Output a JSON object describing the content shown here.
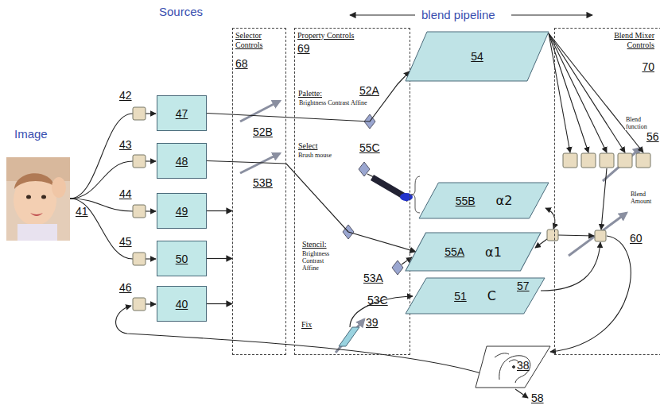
{
  "diagram": {
    "nodes": [
      {
        "text": [
          "Selector Controls",
          "68"
        ]
      },
      {
        "text": [
          "Property Controls",
          "69"
        ]
      },
      {
        "text": [
          "Blend Mixer Controls",
          "70"
        ]
      },
      {
        "text": [
          "47"
        ]
      },
      {
        "text": [
          "48"
        ]
      },
      {
        "text": [
          "49"
        ]
      },
      {
        "text": [
          "50"
        ]
      },
      {
        "text": [
          "40"
        ]
      },
      {
        "text": [
          "54"
        ]
      },
      {
        "text": [
          "55B",
          "α2"
        ]
      },
      {
        "text": [
          "55A",
          "α1"
        ]
      },
      {
        "text": [
          "51",
          "C"
        ]
      }
    ],
    "edges": [
      {
        "from": 3,
        "to": 8,
        "arrow": "to"
      },
      {
        "from": 4,
        "to": 10,
        "arrow": "to"
      },
      {
        "from": 5,
        "to": 0,
        "arrow": "to"
      },
      {
        "from": 6,
        "to": 0,
        "arrow": "to"
      },
      {
        "from": 7,
        "to": 0,
        "arrow": "to"
      }
    ],
    "labels": [
      "Sources",
      "blend pipeline",
      "Image",
      "41",
      "42",
      "43",
      "44",
      "45",
      "46",
      "52B",
      "53B",
      "Palette:",
      "Brightness Contrast Affine",
      "52A",
      "Select",
      "Brush mouse",
      "55C",
      "Stencil:",
      "Brightness Contrast Affine",
      "53A",
      "53C",
      "57",
      "Blend function",
      "56",
      "Blend Amount",
      "60",
      "Fix",
      "39",
      "38",
      "58"
    ]
  }
}
